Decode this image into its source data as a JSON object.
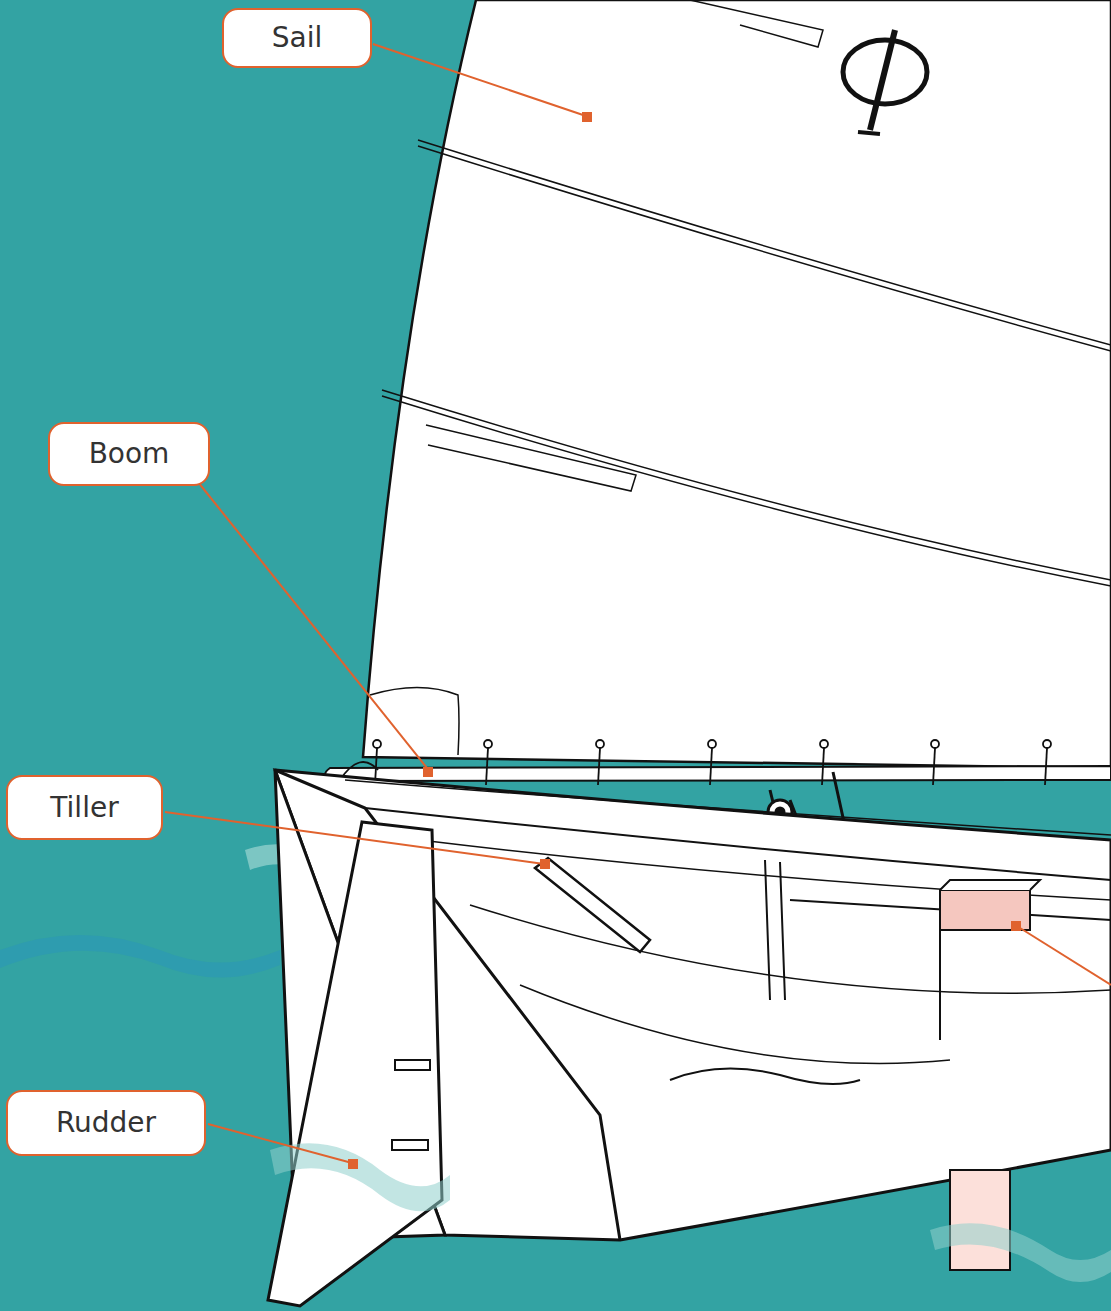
{
  "diagram": {
    "nodes": [
      {
        "text": [
          "Sail"
        ]
      },
      {
        "text": [
          "Boom"
        ]
      },
      {
        "text": [
          "Tiller"
        ]
      },
      {
        "text": [
          "Rudder"
        ]
      }
    ]
  }
}
